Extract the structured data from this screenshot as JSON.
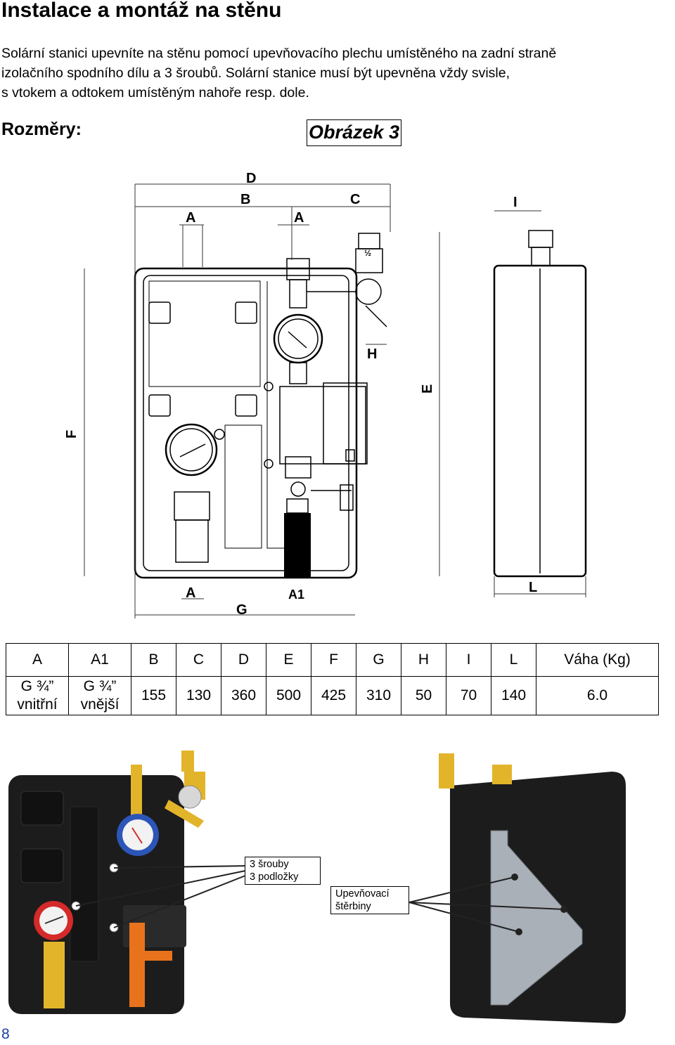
{
  "title": "Instalace a montáž na stěnu",
  "paragraph_lines": [
    "Solární stanici upevníte na stěnu pomocí upevňovacího plechu umístěného na zadní straně",
    "izolačního spodního dílu a 3 šroubů. Solární stanice musí být upevněna vždy svisle,",
    "s vtokem a odtokem umístěným nahoře resp. dole."
  ],
  "dimensions_label": "Rozměry:",
  "figure_label": "Obrázek 3",
  "drawing_labels": {
    "A": "A",
    "A1": "A1",
    "B": "B",
    "C": "C",
    "D": "D",
    "E": "E",
    "F": "F",
    "G": "G",
    "H": "H",
    "I": "I",
    "L": "L",
    "valve_mark": "½"
  },
  "table": {
    "headers": [
      "A",
      "A1",
      "B",
      "C",
      "D",
      "E",
      "F",
      "G",
      "H",
      "I",
      "L",
      "Váha (Kg)"
    ],
    "values": [
      [
        "G ¾”",
        "vnitřní"
      ],
      [
        "G ¾”",
        "vnější"
      ],
      "155",
      "130",
      "360",
      "500",
      "425",
      "310",
      "50",
      "70",
      "140",
      "6.0"
    ]
  },
  "callouts": {
    "screws": [
      "3 šrouby",
      "3 podložky"
    ],
    "slots": [
      "Upevňovací",
      "štěrbiny"
    ]
  },
  "page_number": "8",
  "colors": {
    "page_number": "#1a3da6",
    "insulation": "#1c1c1c",
    "brass": "#e2b42a",
    "gauge_blue": "#2c55b8",
    "gauge_red": "#d42a2a",
    "valve_orange": "#e8731c",
    "mount_plate": "#a9b0b8"
  },
  "icons": [
    "pressure-gauge-icon",
    "safety-valve-icon",
    "pump-icon",
    "ball-valve-icon",
    "screw-icon"
  ]
}
